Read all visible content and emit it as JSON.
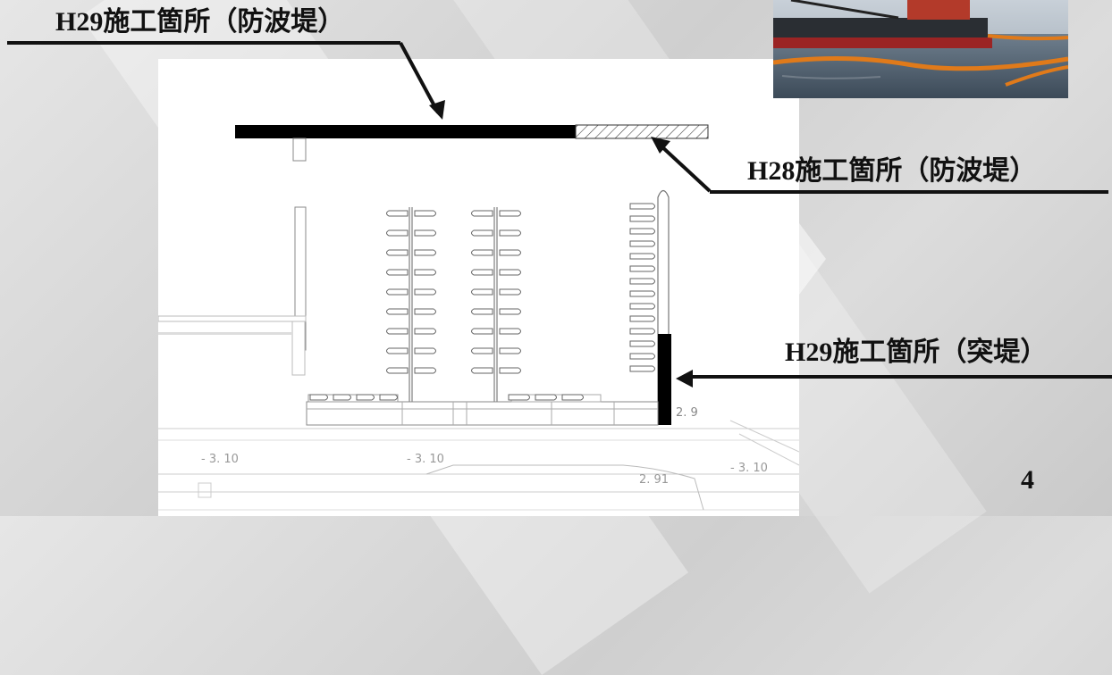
{
  "labels": {
    "h29_breakwater": "H29施工箇所（防波堤）",
    "h28_breakwater": "H28施工箇所（防波堤）",
    "h29_jetty": "H29施工箇所（突堤）"
  },
  "depth_marks": [
    "2. 9",
    "- 3. 10",
    "- 3. 10",
    "2. 91",
    "- 3. 10"
  ],
  "page_number": "4",
  "colors": {
    "label_text": "#111111",
    "drawing_bg": "#ffffff",
    "construction_fill": "#000000"
  },
  "photo": {
    "icon": "dredger-photo"
  }
}
